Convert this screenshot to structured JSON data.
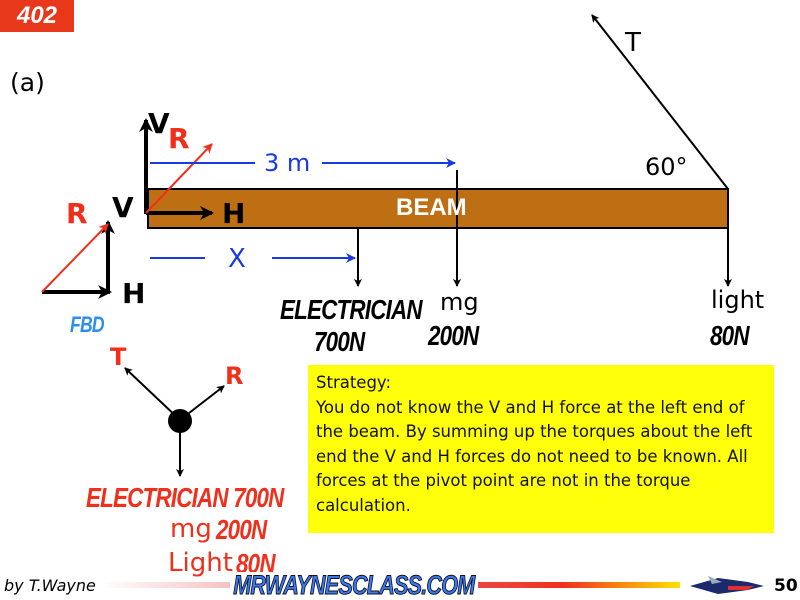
{
  "slide": {
    "number_badge": "402",
    "part_label": "(a)",
    "page_number": "50",
    "author": "by T.Wayne",
    "site": "MRWAYNESCLASS.COM"
  },
  "beam": {
    "label": "BEAM",
    "tension_label": "T",
    "angle_label": "60°",
    "pivot_v": "V",
    "pivot_r": "R",
    "pivot_h": "H",
    "distance_3m": "3 m",
    "distance_x": "X"
  },
  "loads": {
    "electrician_name": "ELECTRICIAN",
    "electrician_value": "700N",
    "mg_name": "mg",
    "mg_value": "200N",
    "light_name": "light",
    "light_value": "80N"
  },
  "fbd": {
    "r": "R",
    "v": "V",
    "h": "H",
    "label": "FBD"
  },
  "junction": {
    "t": "T",
    "r": "R",
    "electrician": "ELECTRICIAN 700N",
    "mg_name": "mg",
    "mg_value": "200N",
    "light_name": "Light",
    "light_value": "80N"
  },
  "strategy": {
    "title": "Strategy:",
    "body": "You do not know the V and H force at the left end of the beam. By summing up the torques about the left end the V and H forces do not need to be known. All forces at the pivot point are not in the torque calculation."
  },
  "colors": {
    "beam": "#bf6f13",
    "red": "#f0301c",
    "blue": "#1a3ae0",
    "yellow": "#ffff0a"
  }
}
